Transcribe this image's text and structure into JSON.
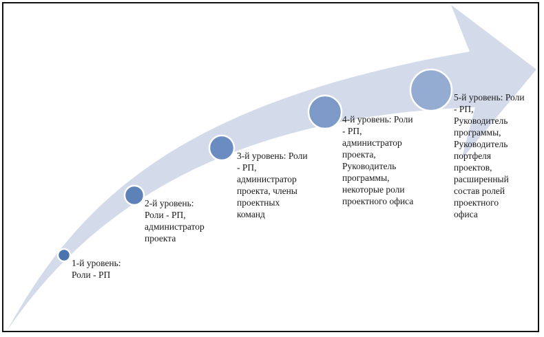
{
  "colors": {
    "arrow_fill": "#d3dbea",
    "circle_fill": "#6f8fc0",
    "circle_stroke": "#ffffff",
    "frame": "#111111"
  },
  "levels": [
    {
      "label": "1-й уровень:\nРоли - РП"
    },
    {
      "label": "2-й уровень:\nРоли - РП,\nадминистратор\nпроекта"
    },
    {
      "label": "3-й уровень: Роли\n- РП,\nадминистратор\nпроекта, члены\nпроектных\nкоманд"
    },
    {
      "label": "4-й уровень: Роли\n- РП,\nадминистратор\nпроекта,\nРуководитель\nпрограммы,\nнекоторые роли\nпроектного офиса"
    },
    {
      "label": "5-й уровень: Роли\n- РП,\nРуководитель\nпрограммы,\nРуководитель\nпортфеля\nпроектов,\nрасширенный\nсостав ролей\nпроектного\nофиса"
    }
  ]
}
